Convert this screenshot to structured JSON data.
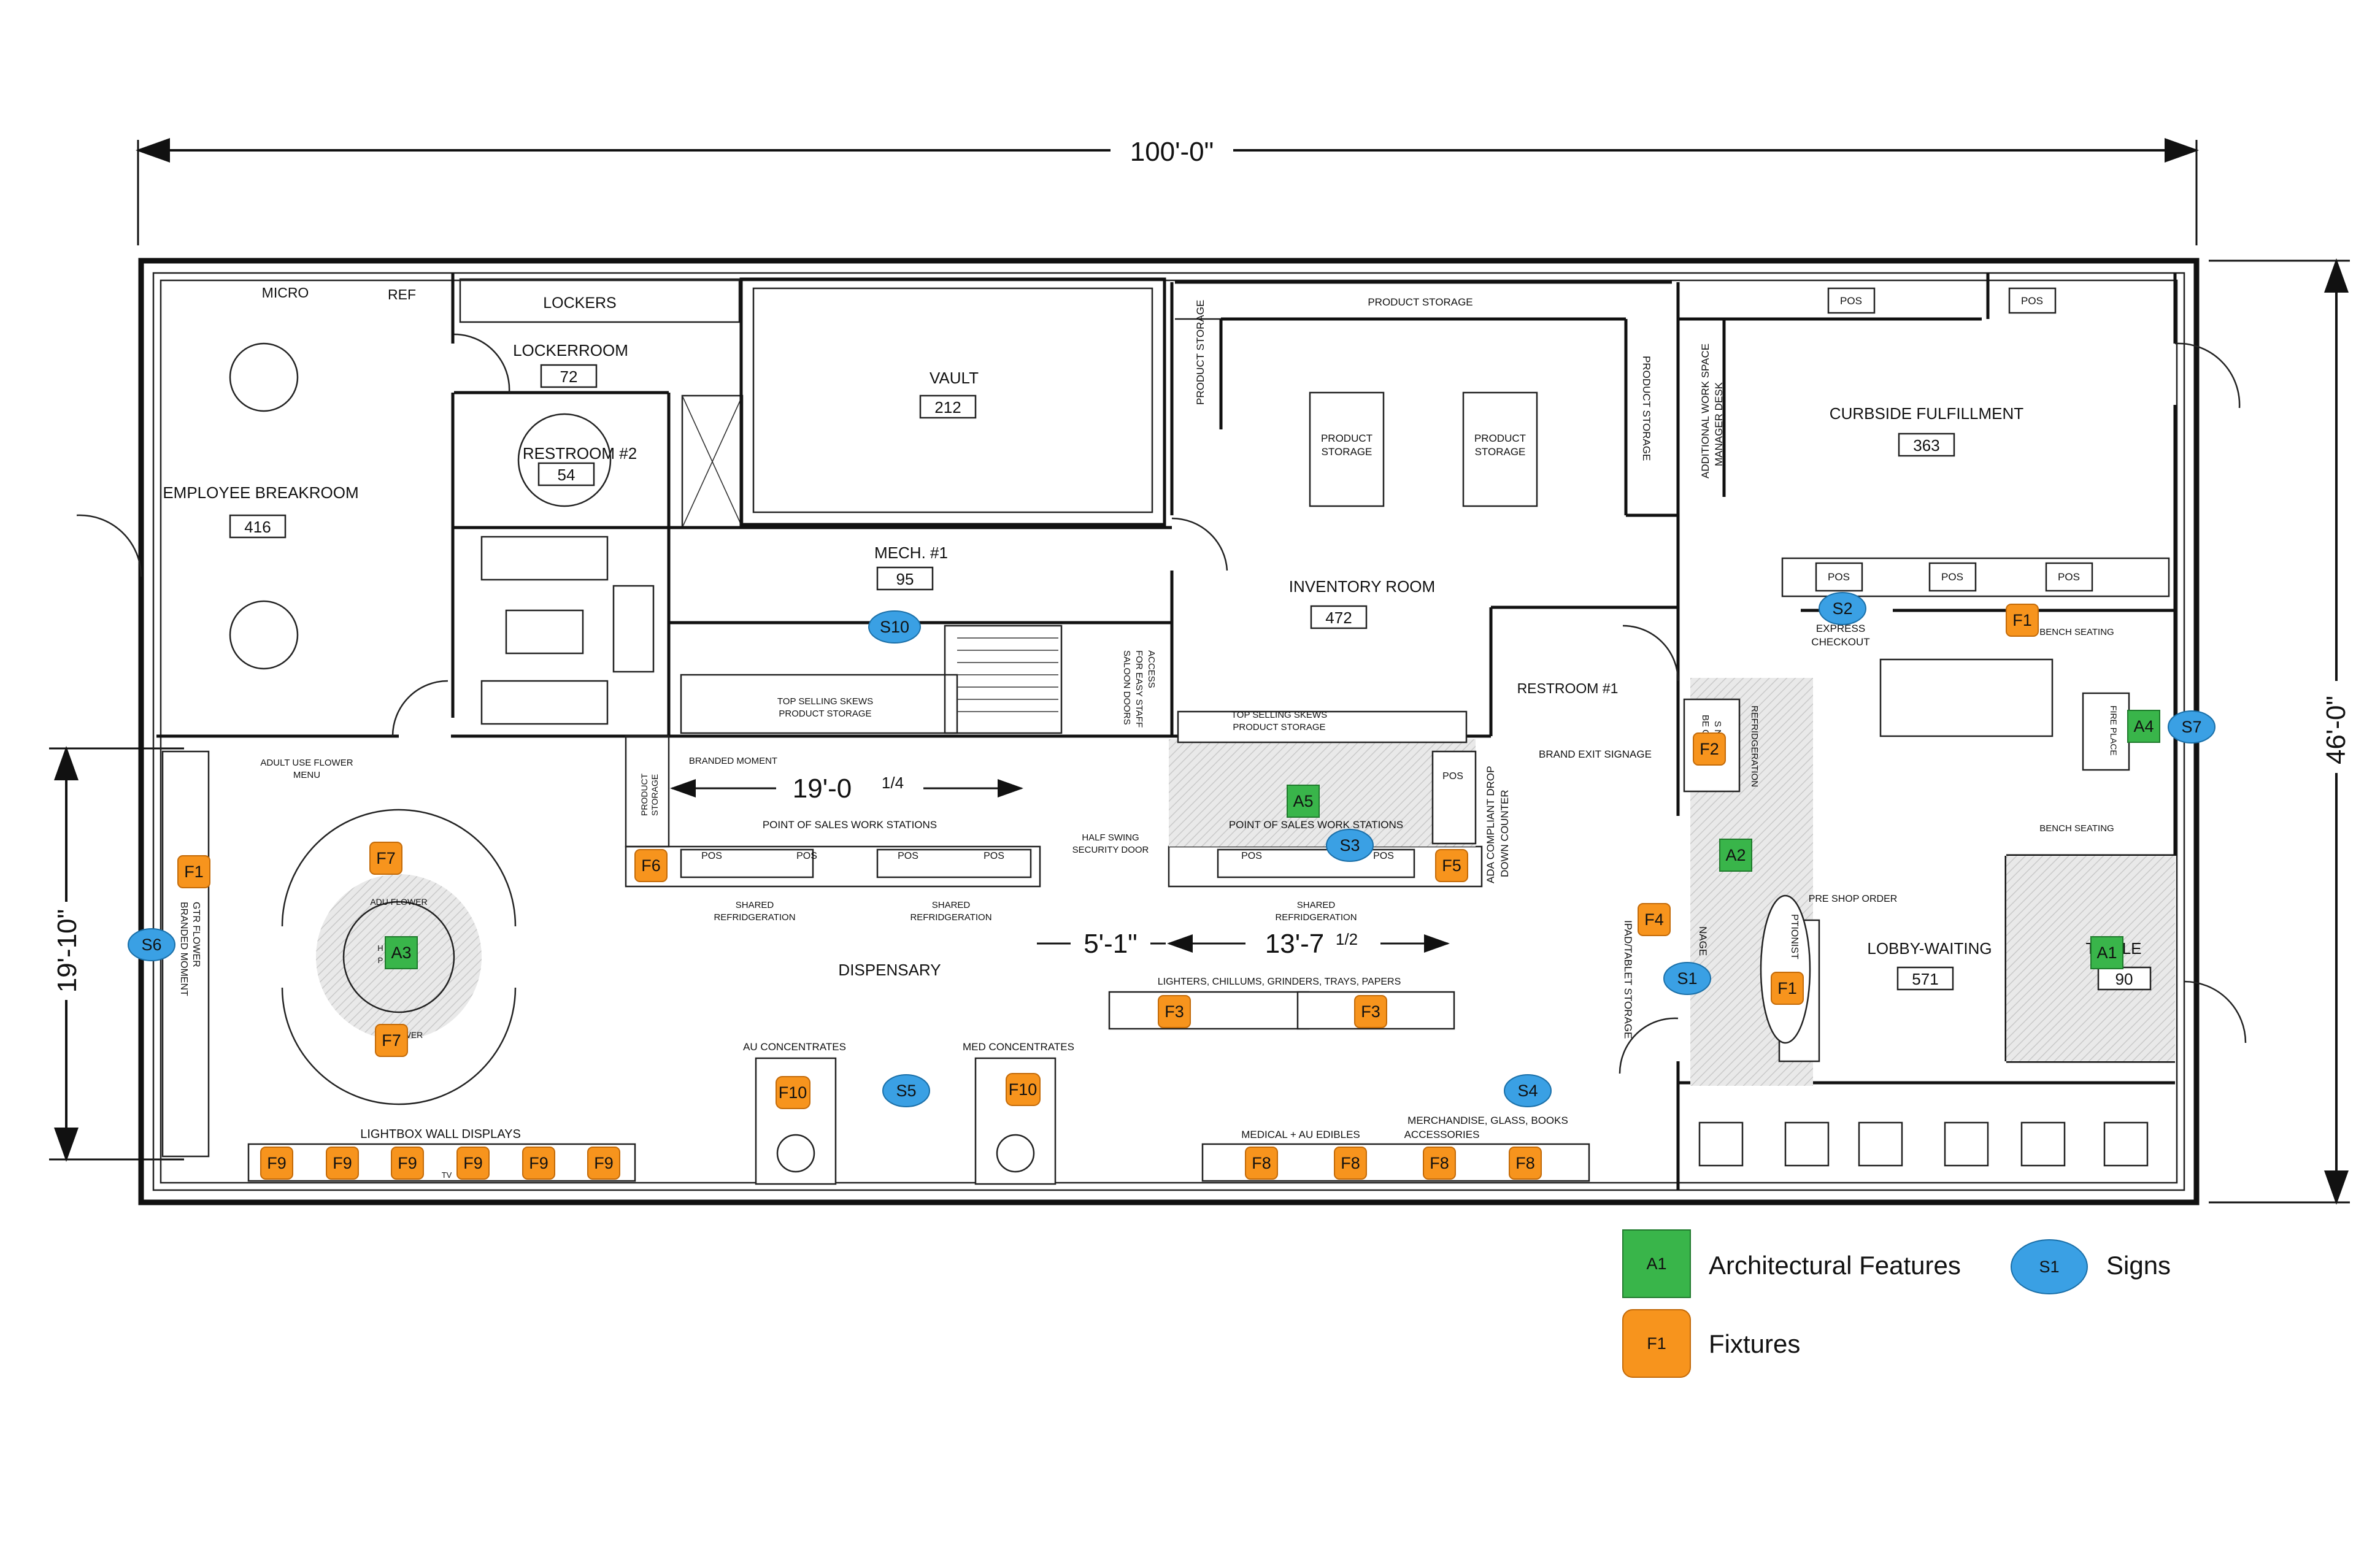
{
  "dimensions": {
    "overall_width": "100'-0\"",
    "overall_depth": "46'-0\"",
    "left_segment": "19'-10\"",
    "pos_run": "19'-0",
    "pos_run_frac": "1/4",
    "gap": "5'-1\"",
    "counter_run": "13'-7",
    "counter_frac": "1/2"
  },
  "rooms": [
    {
      "name": "EMPLOYEE BREAKROOM",
      "number": "416"
    },
    {
      "name": "LOCKERROOM",
      "number": "72"
    },
    {
      "name": "RESTROOM #2",
      "number": "54"
    },
    {
      "name": "VAULT",
      "number": "212"
    },
    {
      "name": "MECH. #1",
      "number": "95"
    },
    {
      "name": "INVENTORY ROOM",
      "number": "472"
    },
    {
      "name": "CURBSIDE FULFILLMENT",
      "number": "363"
    },
    {
      "name": "LOBBY-WAITING",
      "number": "571"
    },
    {
      "name": "TIBULE",
      "number": "90"
    },
    {
      "name": "RESTROOM #1",
      "number": ""
    },
    {
      "name": "DISPENSARY",
      "number": ""
    }
  ],
  "labels": {
    "micro": "MICRO",
    "ref": "REF",
    "lockers": "LOCKERS",
    "product_storage_top": "PRODUCT STORAGE",
    "product_storage_v1": "PRODUCT STORAGE",
    "product_storage_v2": "PRODUCT STORAGE",
    "ps_box1_a": "PRODUCT",
    "ps_box1_b": "STORAGE",
    "ps_box2_a": "PRODUCT",
    "ps_box2_b": "STORAGE",
    "work_space": "ADDITIONAL WORK SPACE",
    "manager_desk": "MANAGER DESK",
    "pos": "POS",
    "pos_flip": "POS",
    "express_a": "EXPRESS",
    "express_b": "CHECKOUT",
    "bench_seating": "BENCH SEATING",
    "bench_seating2": "BENCH SEATING",
    "fireplace": "FIRE PLACE",
    "top_selling_a": "TOP SELLING SKEWS",
    "top_selling_b": "PRODUCT STORAGE",
    "top_selling2_a": "TOP SELLING SKEWS",
    "top_selling2_b": "PRODUCT STORAGE",
    "branded_moment": "BRANDED MOMENT",
    "product_storage_small_a": "PRODUCT",
    "product_storage_small_b": "STORAGE",
    "saloon_a": "SALOON DOORS",
    "saloon_b": "FOR EASY STAFF",
    "saloon_c": "ACCESS",
    "adult_menu_a": "ADULT USE FLOWER",
    "adult_menu_b": "MENU",
    "pos_work_stations": "POINT OF SALES WORK STATIONS",
    "pos_work_stations2": "POINT OF SALES WORK STATIONS",
    "shared_a": "SHARED",
    "shared_b": "REFRIDGERATION",
    "half_swing_a": "HALF SWING",
    "half_swing_b": "SECURITY DOOR",
    "ada_a": "ADA COMPLIANT DROP",
    "ada_b": "DOWN COUNTER",
    "brand_exit": "BRAND EXIT SIGNAGE",
    "refridgeration": "REFRIDGERATION",
    "beverage": "BE   GE",
    "beverage2": "S     N",
    "pre_shop": "PRE SHOP ORDER",
    "ipad": "IPAD/TABLET STORAGE",
    "receptionist": "  PTIONIST",
    "signage": "NAGE",
    "lighters": "LIGHTERS, CHILLUMS, GRINDERS, TRAYS, PAPERS",
    "au_conc": "AU CONCENTRATES",
    "med_conc": "MED CONCENTRATES",
    "edibles": "MEDICAL + AU EDIBLES",
    "merch_a": "MERCHANDISE, GLASS, BOOKS",
    "merch_b": "ACCESSORIES",
    "lightbox": "LIGHTBOX WALL DISPLAYS",
    "tv": "TV",
    "branded_gtr_a": "BRANDED MOMENT",
    "branded_gtr_b": "GTR FLOWER",
    "adult_flower": "ADU     FLOWER",
    "med_flower": "MED    OWER",
    "center_a": "H",
    "center_b": "P"
  },
  "tags": {
    "A1": "A1",
    "A1b": "A1",
    "A2": "A2",
    "A3": "A3",
    "A4": "A4",
    "A5": "A5",
    "F1": "F1",
    "F1b": "F1",
    "F1c": "F1",
    "F2": "F2",
    "F3": "F3",
    "F3b": "F3",
    "F4": "F4",
    "F5": "F5",
    "F6": "F6",
    "F7": "F7",
    "F7b": "F7",
    "F8": "F8",
    "F9": "F9",
    "F10": "F10",
    "S1": "S1",
    "S2": "S2",
    "S3": "S3",
    "S4": "S4",
    "S5": "S5",
    "S6": "S6",
    "S7": "S7",
    "S10": "S10"
  },
  "legend": [
    {
      "tag": "A1",
      "text": "Architectural Features",
      "kind": "arch",
      "color": "#39b54a"
    },
    {
      "tag": "S1",
      "text": "Signs",
      "kind": "sign",
      "color": "#3aa0e4"
    },
    {
      "tag": "F1",
      "text": "Fixtures",
      "kind": "fix",
      "color": "#f7941d"
    }
  ]
}
